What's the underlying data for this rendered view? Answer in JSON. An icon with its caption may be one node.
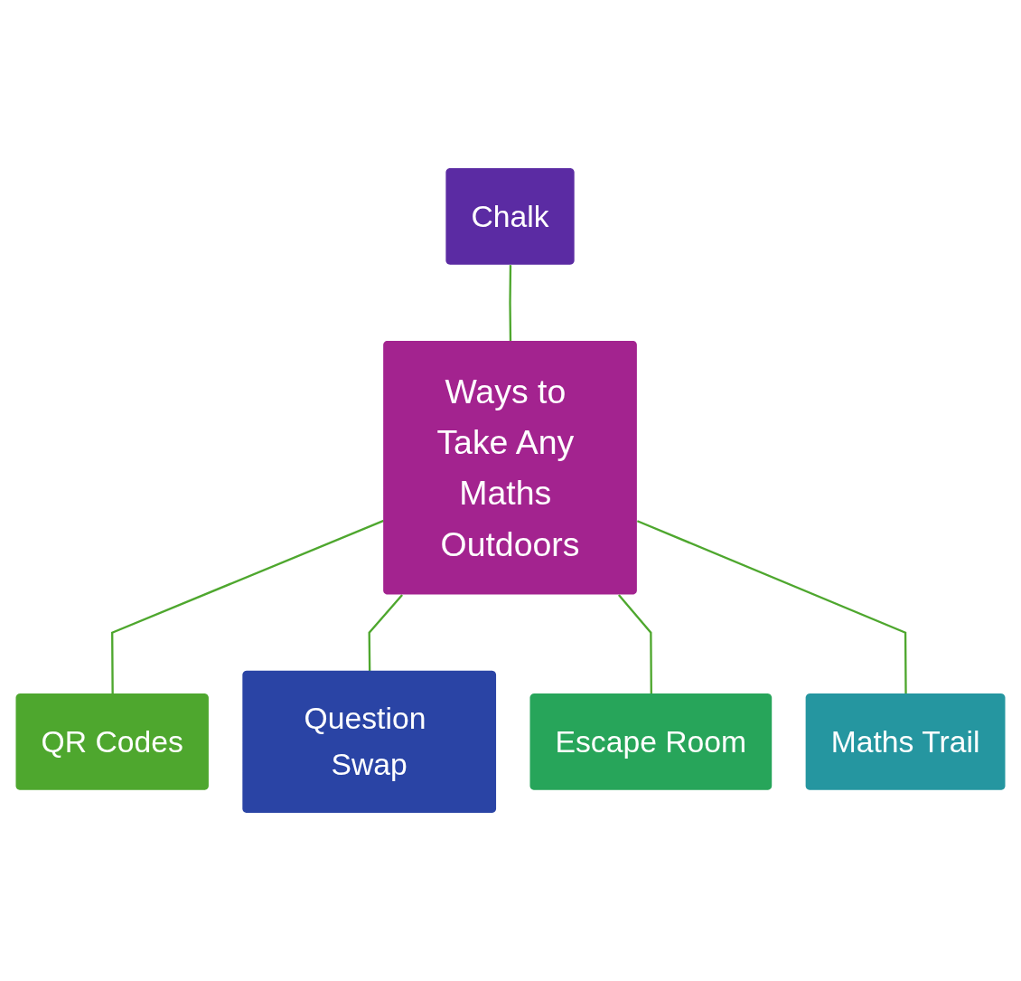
{
  "diagram": {
    "nodes": [
      {
        "text": [
          "Chalk"
        ]
      },
      {
        "text": [
          "QR Codes"
        ]
      },
      {
        "text": [
          "Question Swap"
        ]
      },
      {
        "text": [
          "Ways to Take Any Maths Outdoors"
        ]
      },
      {
        "text": [
          "Escape Room"
        ]
      },
      {
        "text": [
          "Maths Trail"
        ]
      }
    ],
    "edges": [
      {
        "from": 0,
        "to": 3,
        "arrow": "none"
      },
      {
        "from": 3,
        "to": 1,
        "arrow": "none"
      },
      {
        "from": 3,
        "to": 2,
        "arrow": "none"
      },
      {
        "from": 3,
        "to": 4,
        "arrow": "none"
      },
      {
        "from": 3,
        "to": 5,
        "arrow": "none"
      }
    ]
  }
}
